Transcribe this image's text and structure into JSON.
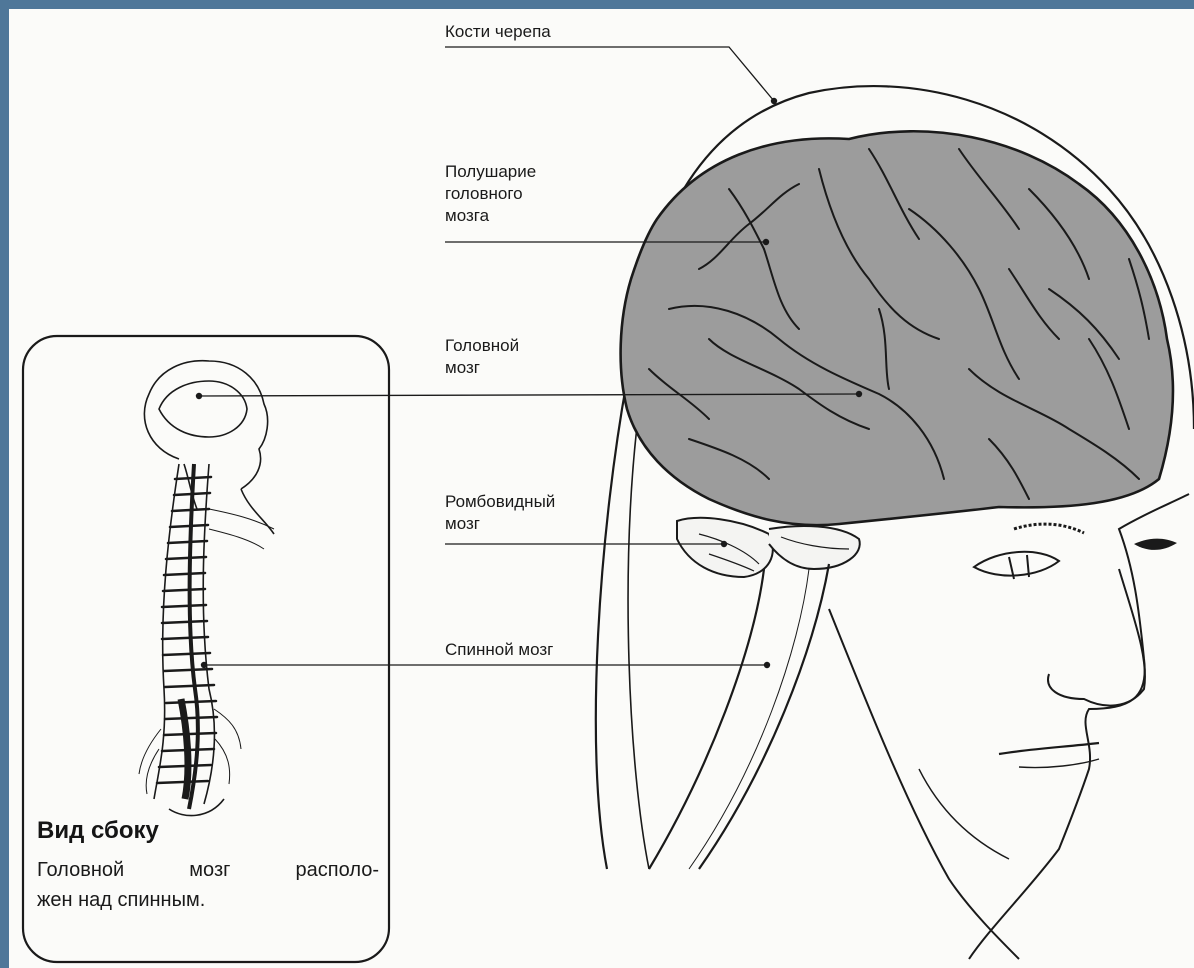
{
  "labels": {
    "skull": "Кости черепа",
    "hemisphere": [
      "Полушарие",
      "головного",
      "мозга"
    ],
    "brain": [
      "Головной",
      "мозг"
    ],
    "rhombencephalon": [
      "Ромбовидный",
      "мозг"
    ],
    "spinal_cord": "Спинной мозг"
  },
  "inset": {
    "title": "Вид сбоку",
    "caption_line1": "Головной мозг располо-",
    "caption_line2": "жен над спинным."
  },
  "colors": {
    "frame": "#4f7799",
    "paper": "#fbfbf9",
    "brain_fill": "#9c9c9c",
    "ink": "#1a1a1a"
  }
}
